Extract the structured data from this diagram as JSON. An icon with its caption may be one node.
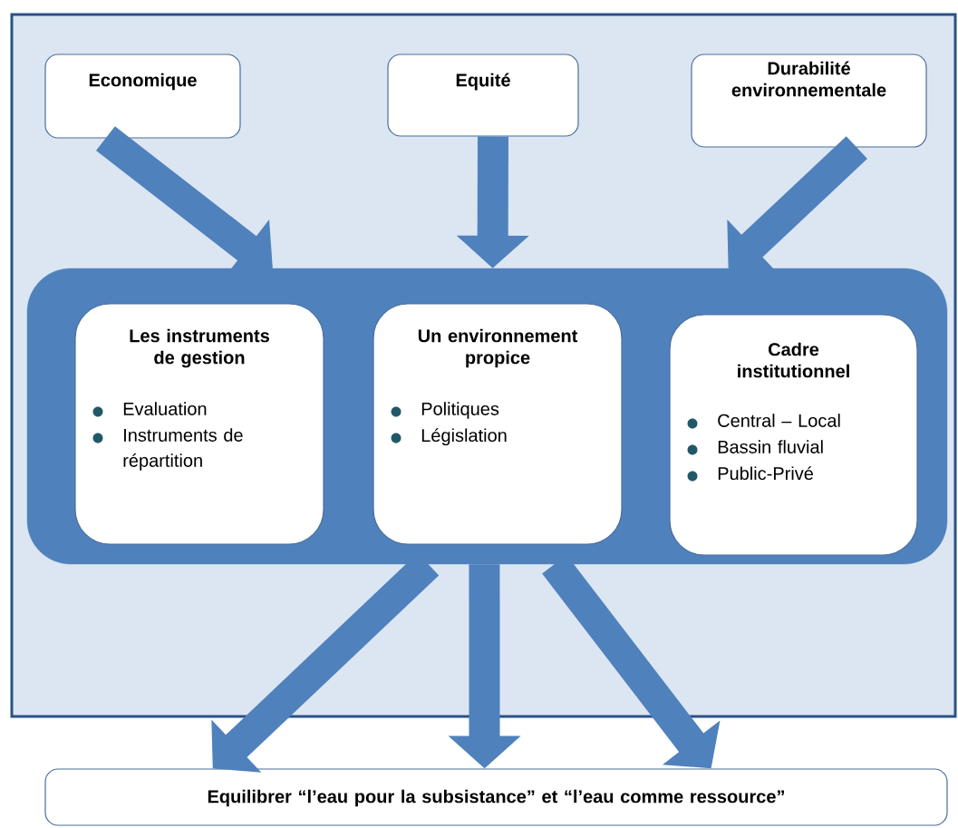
{
  "diagram": {
    "nodes": [
      {
        "text": [
          "Economique"
        ]
      },
      {
        "text": [
          "Equité"
        ]
      },
      {
        "text": [
          "Durabilité environnementale"
        ]
      },
      {
        "text": [],
        "shape": "box"
      },
      {
        "text": [
          "Les instruments de gestion",
          "Evaluation",
          "Instruments de répartition"
        ],
        "in": 3
      },
      {
        "text": [
          "Un environnement propice",
          "Politiques",
          "Législation"
        ],
        "in": 3
      },
      {
        "text": [
          "Cadre institutionnel",
          "Central – Local",
          "Bassin fluvial",
          "Public-Privé"
        ],
        "in": 3
      },
      {
        "text": [
          "Equilibrer “l’eau pour la subsistance” et “l’eau comme ressource”"
        ]
      }
    ],
    "edges": [
      {
        "from": 0,
        "to": 3,
        "arrow": "to"
      },
      {
        "from": 1,
        "to": 3,
        "arrow": "to"
      },
      {
        "from": 2,
        "to": 3,
        "arrow": "to"
      },
      {
        "from": 3,
        "to": 7,
        "arrow": "to"
      },
      {
        "from": 3,
        "to": 7,
        "arrow": "to"
      },
      {
        "from": 3,
        "to": 7,
        "arrow": "to"
      }
    ]
  }
}
